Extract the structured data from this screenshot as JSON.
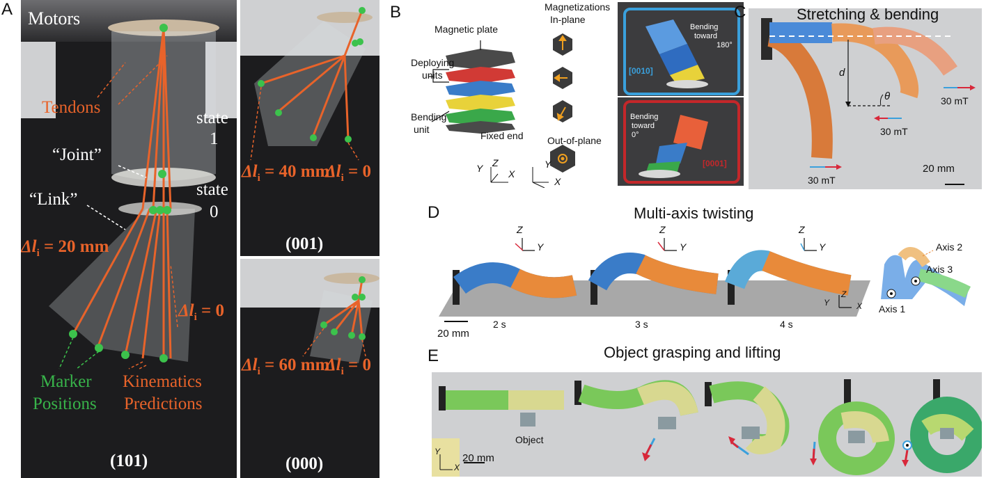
{
  "panel_letters": {
    "a": "A",
    "b": "B",
    "c": "C",
    "d": "D",
    "e": "E"
  },
  "panel_a": {
    "motors": "Motors",
    "tendons": "Tendons",
    "state1_line1": "state",
    "state1_line2": "1",
    "joint": "“Joint”",
    "link": "“Link”",
    "state0_line1": "state",
    "state0_line2": "0",
    "dl_20": "20 mm",
    "dl_0": "0",
    "marker_line1": "Marker",
    "marker_line2": "Positions",
    "kin_line1": "Kinematics",
    "kin_line2": "Predictions",
    "code": "(101)",
    "delta": "Δl",
    "sub": "i",
    "eq": " = "
  },
  "panel_a2": {
    "dl_left": "40 mm",
    "dl_right": "0",
    "code": "(001)"
  },
  "panel_a3": {
    "dl_left": "60 mm",
    "dl_right": "0",
    "code": "(000)"
  },
  "panel_b": {
    "magnetic_plate": "Magnetic plate",
    "magnetizations": "Magnetizations",
    "in_plane": "In-plane",
    "deploying_line1": "Deploying",
    "deploying_line2": "units",
    "bending_line1": "Bending",
    "bending_line2": "unit",
    "fixed_end": "Fixed end",
    "out_of_plane": "Out-of-plane",
    "bend180_line1": "Bending",
    "bend180_line2": "toward",
    "bend180_line3": "180°",
    "code_top": "[0010]",
    "bend0_line1": "Bending",
    "bend0_line2": "toward",
    "bend0_line3": "0°",
    "code_bottom": "[0001]",
    "axis_x": "X",
    "axis_y": "Y",
    "axis_z": "Z"
  },
  "panel_c": {
    "title": "Stretching & bending",
    "d": "d",
    "theta": "θ",
    "field1": "30 mT",
    "field2": "30 mT",
    "field3": "30 mT",
    "scale": "20 mm"
  },
  "panel_d": {
    "title": "Multi-axis twisting",
    "t1": "2 s",
    "t2": "3 s",
    "t3": "4 s",
    "scale": "20 mm",
    "axis1": "Axis 1",
    "axis2": "Axis 2",
    "axis3": "Axis 3",
    "axis_x": "X",
    "axis_y": "Y",
    "axis_z": "Z"
  },
  "panel_e": {
    "title": "Object grasping and lifting",
    "object": "Object",
    "scale": "20 mm",
    "axis_x": "X",
    "axis_y": "Y"
  },
  "colors": {
    "orange": "#e8632a",
    "green": "#38b44a",
    "blue_frame": "#3aa0dc",
    "red_frame": "#c4272a",
    "field_arrow": "#d8283a"
  }
}
